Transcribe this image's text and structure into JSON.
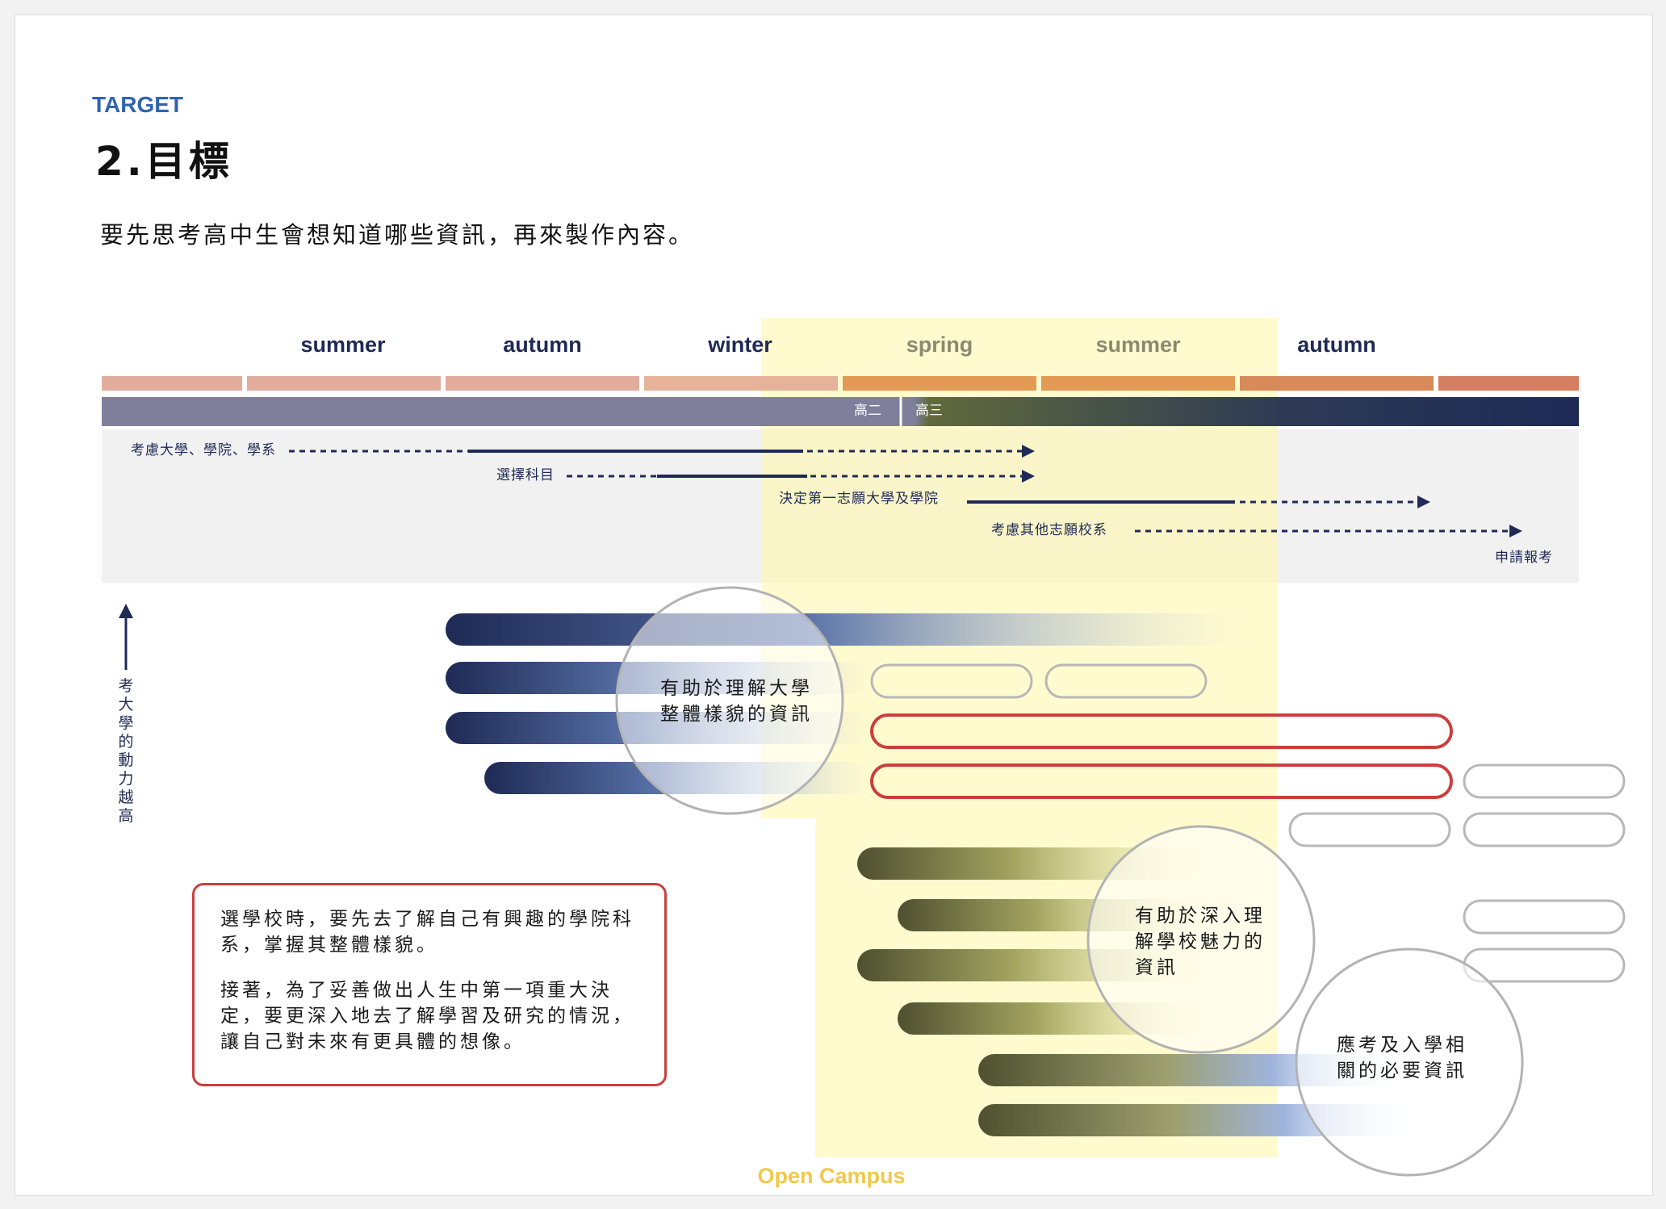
{
  "header": {
    "eyebrow": "TARGET",
    "title": "2.目標",
    "subtitle": "要先思考高中生會想知道哪些資訊，再來製作內容。"
  },
  "timeline": {
    "seasons": [
      "summer",
      "autumn",
      "winter",
      "spring",
      "summer",
      "autumn"
    ],
    "grades": [
      "高二",
      "高三"
    ]
  },
  "steps": [
    "考慮大學、學院、學系",
    "選擇科目",
    "決定第一志願大學及學院",
    "考慮其他志願校系",
    "申請報考"
  ],
  "motivation_label": "考大學的動力越高",
  "bubbles": [
    {
      "lines": [
        "有助於理解大學",
        "整體樣貌的資訊"
      ]
    },
    {
      "lines": [
        "有助於深入理",
        "解學校魅力的",
        "資訊"
      ]
    },
    {
      "lines": [
        "應考及入學相",
        "關的必要資訊"
      ]
    }
  ],
  "note": {
    "para1": "選學校時，要先去了解自己有興趣的學院科系，掌握其整體樣貌。",
    "para2": "接著，為了妥善做出人生中第一項重大決定，要更深入地去了解學習及研究的情況，讓自己對未來有更具體的想像。"
  },
  "open_campus_label": "Open Campus",
  "colors": {
    "accent_blue": "#2f64b0",
    "navy": "#1f2a55",
    "highlight_yellow": "#fff6a0",
    "outline_red": "#cc3e3e",
    "season_bar_salmon": "#e3a898",
    "season_bar_orange": "#e0924a"
  }
}
